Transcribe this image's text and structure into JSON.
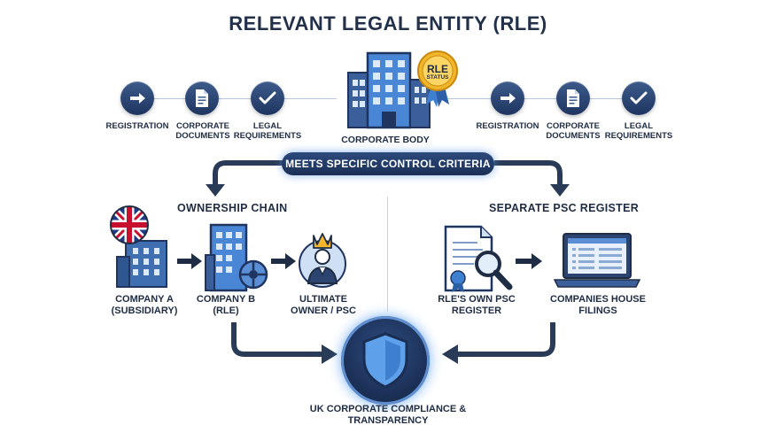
{
  "title": "RELEVANT LEGAL ENTITY (RLE)",
  "top_steps_left": [
    "REGISTRATION",
    "CORPORATE DOCUMENTS",
    "LEGAL REQUIREMENTS"
  ],
  "top_steps_right": [
    "REGISTRATION",
    "CORPORATE DOCUMENTS",
    "LEGAL REQUIREMENTS"
  ],
  "center": {
    "label": "CORPORATE BODY",
    "badge_top": "RLE",
    "badge_bottom": "STATUS"
  },
  "banner": "MEETS SPECIFIC CONTROL CRITERIA",
  "left_section": {
    "heading": "OWNERSHIP CHAIN",
    "company_a": "COMPANY A (SUBSIDIARY)",
    "company_b": "COMPANY B (RLE)",
    "owner": "ULTIMATE OWNER / PSC"
  },
  "right_section": {
    "heading": "SEPARATE PSC REGISTER",
    "register": "RLE'S OWN PSC REGISTER",
    "filings": "COMPANIES HOUSE FILINGS"
  },
  "footer": "UK CORPORATE COMPLIANCE & TRANSPARENCY",
  "colors": {
    "navy": "#1f3560",
    "blue": "#3f7fd0",
    "light_blue": "#cfe0f5",
    "gold": "#f2b62a"
  }
}
